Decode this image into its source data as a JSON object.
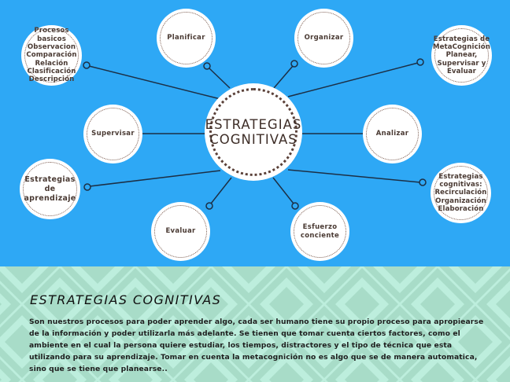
{
  "diagram": {
    "center": {
      "label": "ESTRATEGIAS\nCOGNITIVAS"
    },
    "nodes": [
      {
        "id": "procesos-basicos",
        "label": "Procesos basicos\nObservacion\nComparación\nRelación\nClasificación\nDescripción"
      },
      {
        "id": "planificar",
        "label": "Planificar"
      },
      {
        "id": "organizar",
        "label": "Organizar"
      },
      {
        "id": "metacognicion",
        "label": "Estrategias de\nMetaCognición\nPlanear,\nSupervisar y\nEvaluar"
      },
      {
        "id": "supervisar",
        "label": "Supervisar"
      },
      {
        "id": "analizar",
        "label": "Analizar"
      },
      {
        "id": "estrategias-aprendizaje",
        "label": "Estrategias\nde\naprendizaje"
      },
      {
        "id": "estrategias-cognitivas",
        "label": "Estrategias\ncognitivas:\nRecirculación\nOrganización\nElaboración"
      },
      {
        "id": "evaluar",
        "label": "Evaluar"
      },
      {
        "id": "esfuerzo-conciente",
        "label": "Esfuerzo\nconciente"
      }
    ],
    "edges": [
      {
        "from": "center",
        "to": "procesos-basicos"
      },
      {
        "from": "center",
        "to": "planificar"
      },
      {
        "from": "center",
        "to": "organizar"
      },
      {
        "from": "center",
        "to": "metacognicion"
      },
      {
        "from": "center",
        "to": "supervisar"
      },
      {
        "from": "center",
        "to": "analizar"
      },
      {
        "from": "center",
        "to": "estrategias-aprendizaje"
      },
      {
        "from": "center",
        "to": "estrategias-cognitivas"
      },
      {
        "from": "center",
        "to": "evaluar"
      },
      {
        "from": "center",
        "to": "esfuerzo-conciente"
      }
    ]
  },
  "description": {
    "title": "ESTRATEGIAS COGNITIVAS",
    "body": "Son nuestros procesos para poder aprender algo, cada ser humano tiene su propio proceso para apropiearse de la información y poder utilizarla más adelante. Se tienen que tomar cuenta ciertos factores, como el ambiente en el cual la persona quiere estudiar, los tiempos, distractores y el tipo de técnica que esta utilizando para su aprendizaje. Tomar en cuenta la metacognición no es algo que se de manera automatica, sino que se tiene que planearse.."
  },
  "colors": {
    "top_background": "#2ea8f5",
    "bottom_background": "#bdeedd",
    "pattern_dark": "#a8dcc8",
    "node_fill": "#ffffff",
    "line": "#1c2f45",
    "node_text": "#4a3a33"
  }
}
